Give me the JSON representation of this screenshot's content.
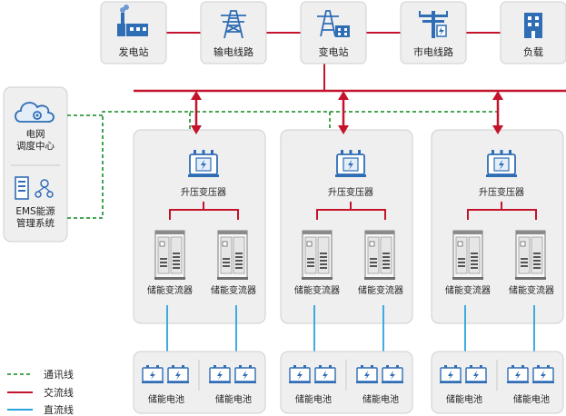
{
  "top_nodes": [
    {
      "id": "plant",
      "label": "发电站",
      "icon": "power-plant-icon"
    },
    {
      "id": "transmission",
      "label": "输电线路",
      "icon": "transmission-tower-icon"
    },
    {
      "id": "substation",
      "label": "变电站",
      "icon": "substation-icon"
    },
    {
      "id": "city_line",
      "label": "市电线路",
      "icon": "utility-pole-icon"
    },
    {
      "id": "load",
      "label": "负载",
      "icon": "building-icon"
    }
  ],
  "left_nodes": [
    {
      "id": "dispatch",
      "label_lines": [
        "电网",
        "调度中心"
      ],
      "icon": "cloud-gear-icon"
    },
    {
      "id": "ems",
      "label_lines": [
        "EMS能源",
        "管理系统"
      ],
      "icon": "ems-server-icon"
    }
  ],
  "units": [
    {
      "transformer_label": "升压变压器",
      "pcs_labels": [
        "储能变流器",
        "储能变流器"
      ],
      "battery_labels": [
        "储能电池",
        "储能电池"
      ]
    },
    {
      "transformer_label": "升压变压器",
      "pcs_labels": [
        "储能变流器",
        "储能变流器"
      ],
      "battery_labels": [
        "储能电池",
        "储能电池"
      ]
    },
    {
      "transformer_label": "升压变压器",
      "pcs_labels": [
        "储能变流器",
        "储能变流器"
      ],
      "battery_labels": [
        "储能电池",
        "储能电池"
      ]
    }
  ],
  "legend": [
    {
      "label": "通讯线",
      "style": "dashed",
      "color": "#2e9b3c"
    },
    {
      "label": "交流线",
      "style": "solid",
      "color": "#c4142c"
    },
    {
      "label": "直流线",
      "style": "solid",
      "color": "#2aa3dc"
    }
  ],
  "colors": {
    "ac": "#c4142c",
    "dc": "#2aa3dc",
    "comm": "#2e9b3c",
    "icon": "#2f6db5",
    "box": "#efefef",
    "box_border": "#cfcfcf"
  }
}
